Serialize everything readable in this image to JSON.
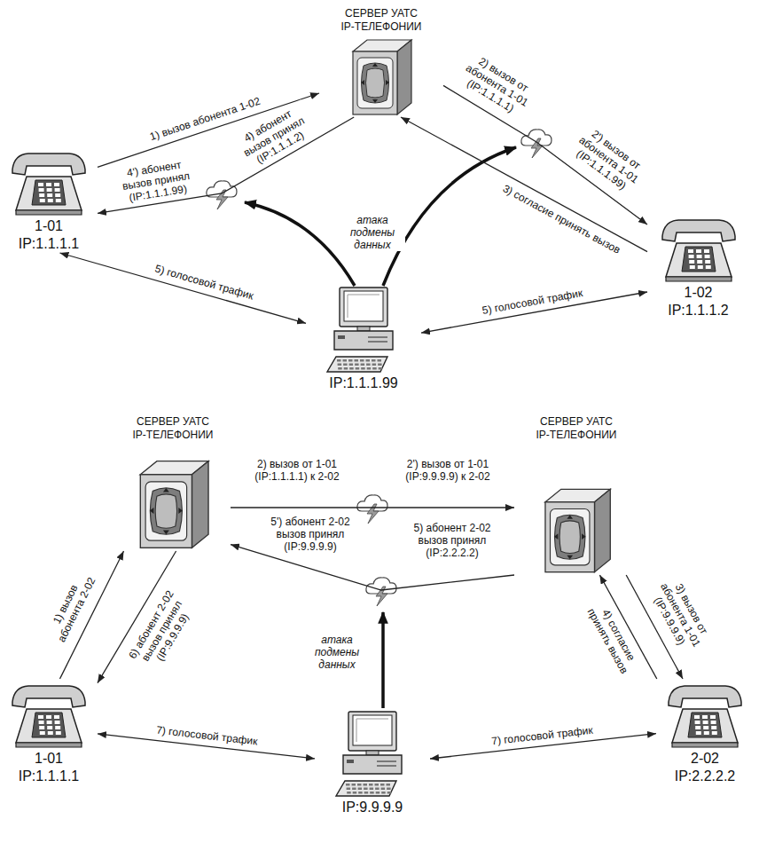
{
  "diagram": {
    "nodes": [
      {
        "text": [
          "СЕРВЕР УАТС IP-ТЕЛЕФОНИИ"
        ]
      },
      {
        "text": [
          "1-01",
          "IP:1.1.1.1"
        ]
      },
      {
        "text": [
          "1-02",
          "IP:1.1.1.2"
        ]
      },
      {
        "text": [
          "IP:1.1.1.99"
        ]
      },
      {
        "text": [
          "СЕРВЕР УАТС IP-ТЕЛЕФОНИИ"
        ]
      },
      {
        "text": [
          "СЕРВЕР УАТС IP-ТЕЛЕФОНИИ"
        ]
      },
      {
        "text": [
          "1-01",
          "IP:1.1.1.1"
        ]
      },
      {
        "text": [
          "2-02",
          "IP:2.2.2.2"
        ]
      },
      {
        "text": [
          "IP:9.9.9.9"
        ]
      }
    ],
    "edges": [
      {
        "from": 1,
        "to": 0,
        "arrow": "to",
        "label": "1) вызов абонента 1-02"
      },
      {
        "from": 0,
        "to": 2,
        "arrow": "to",
        "label": "2) вызов от абонента 1-01 (IP:1.1.1.1)"
      },
      {
        "from": 2,
        "to": 0,
        "arrow": "to",
        "label": "3) согласие принять вызов"
      },
      {
        "from": 0,
        "to": 1,
        "arrow": "to",
        "label": "4) абонент вызов принял (IP:1.1.1.2)"
      },
      {
        "from": 3,
        "to": 1,
        "arrow": "both",
        "label": "5) голосовой трафик"
      },
      {
        "from": 3,
        "to": 2,
        "arrow": "both",
        "label": "5) голосовой трафик"
      },
      {
        "from": 6,
        "to": 4,
        "arrow": "to",
        "label": "1) вызов абонента 2-02"
      },
      {
        "from": 4,
        "to": 6,
        "arrow": "to",
        "label": "6) абонент 2-02 вызов принял (IP:9.9.9.9)"
      },
      {
        "from": 4,
        "to": 5,
        "arrow": "to",
        "label": "2) вызов от 1-01 (IP:1.1.1.1) к 2-02"
      },
      {
        "from": 5,
        "to": 4,
        "arrow": "to",
        "label": "5) абонент 2-02 вызов принял (IP:2.2.2.2)"
      },
      {
        "from": 5,
        "to": 7,
        "arrow": "to",
        "label": "3) вызов от абонента 1-01 (IP:9.9.9.9)"
      },
      {
        "from": 7,
        "to": 5,
        "arrow": "to",
        "label": "4) согласие принять вызов"
      },
      {
        "from": 8,
        "to": 6,
        "arrow": "both",
        "label": "7) голосовой трафик"
      },
      {
        "from": 8,
        "to": 7,
        "arrow": "both",
        "label": "7) голосовой трафик"
      }
    ],
    "labels": [
      "2') вызов от абонента 1-01 (IP:1.1.1.99)",
      "4') абонент вызов принял (IP:1.1.1.99)",
      "атака подмены данных",
      "2') вызов от 1-01 (IP:9.9.9.9) к 2-02",
      "5') абонент 2-02 вызов принял (IP:9.9.9.9)",
      "атака подмены данных"
    ]
  }
}
